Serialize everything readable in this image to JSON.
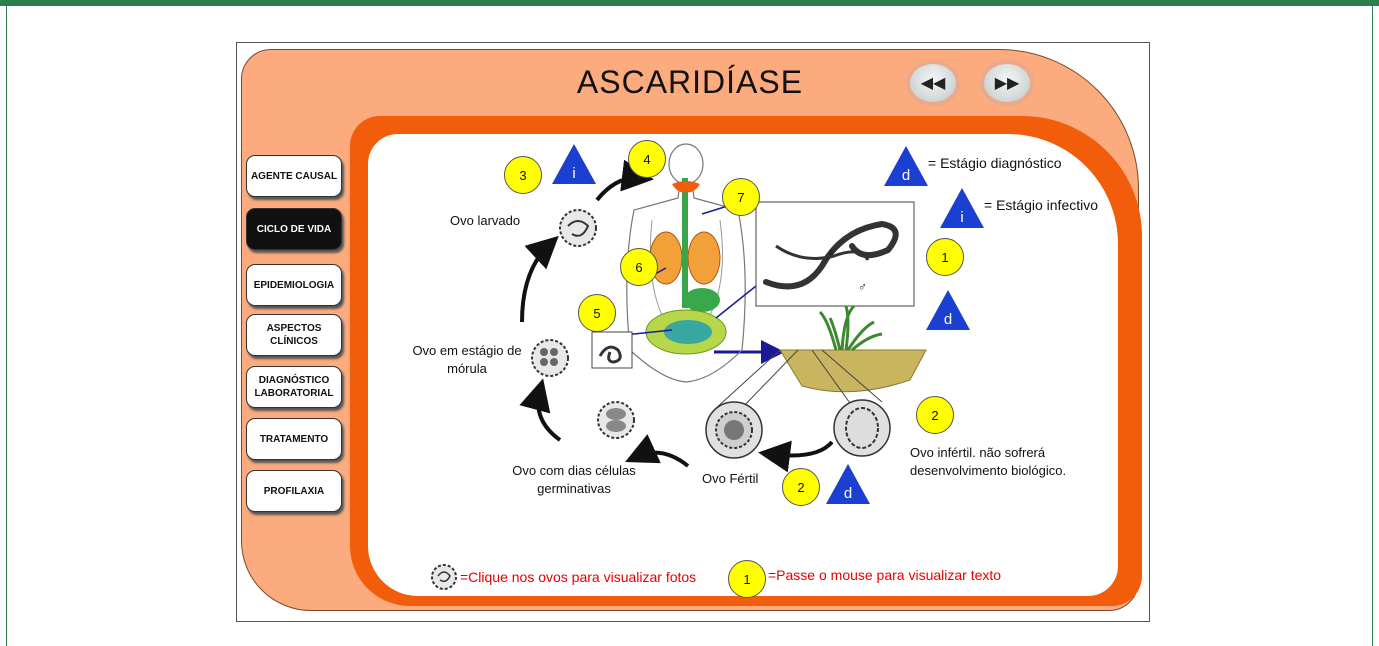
{
  "title": "ASCARIDÍASE",
  "nav": {
    "prev_icon": "rewind-icon",
    "next_icon": "fast-forward-icon",
    "prev_glyph": "◀◀",
    "next_glyph": "▶▶"
  },
  "sidebar": {
    "items": [
      {
        "label": "AGENTE CAUSAL",
        "active": false
      },
      {
        "label": "CICLO DE VIDA",
        "active": true
      },
      {
        "label": "EPIDEMIOLOGIA",
        "active": false
      },
      {
        "label": "ASPECTOS CLÍNICOS",
        "active": false
      },
      {
        "label": "DIAGNÓSTICO LABORATORIAL",
        "active": false
      },
      {
        "label": "TRATAMENTO",
        "active": false
      },
      {
        "label": "PROFILAXIA",
        "active": false
      }
    ]
  },
  "legend": {
    "d_letter": "d",
    "d_label": "= Estágio diagnóstico",
    "i_letter": "i",
    "i_label": "= Estágio infectivo"
  },
  "stages": {
    "n1": "1",
    "n2a": "2",
    "n2b": "2",
    "n3": "3",
    "n4": "4",
    "n5": "5",
    "n6": "6",
    "n7": "7"
  },
  "labels": {
    "ovo_larvado": "Ovo larvado",
    "ovo_morula": "Ovo em estágio de mórula",
    "ovo_celulas": "Ovo com dias células germinativas",
    "ovo_fertil": "Ovo Fértil",
    "ovo_infertil": "Ovo infértil. não sofrerá desenvolvimento biológico."
  },
  "worm": {
    "female_symbol": "♀",
    "male_symbol": "♂"
  },
  "footer": {
    "egg_hint": "=Clique nos ovos para visualizar fotos",
    "circle_num": "1",
    "mouse_hint": "=Passe o mouse para visualizar texto"
  },
  "colors": {
    "accent_orange": "#f25d0c",
    "panel_peach": "#fbab7d",
    "triangle_blue": "#1a3fd1",
    "circle_yellow": "#ffff00",
    "hint_red": "#e60000",
    "top_bar_green": "#2e7d4f"
  }
}
